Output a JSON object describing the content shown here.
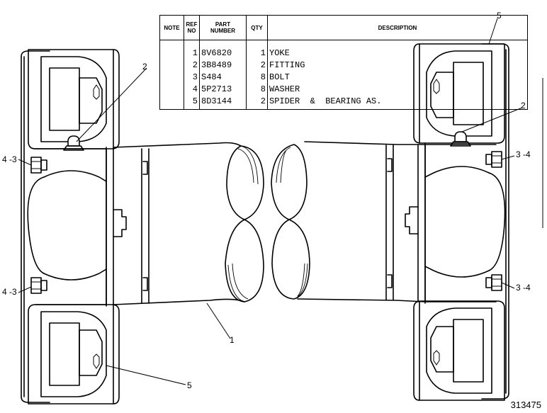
{
  "parts_table": {
    "headers": {
      "note": "NOTE",
      "ref_no": "REF\nNO",
      "part_number": "PART\nNUMBER",
      "qty": "QTY",
      "description": "DESCRIPTION"
    },
    "rows": [
      {
        "ref": "1",
        "part_number": "8V6820",
        "qty": "1",
        "description": "YOKE"
      },
      {
        "ref": "2",
        "part_number": "3B8489",
        "qty": "2",
        "description": "FITTING"
      },
      {
        "ref": "3",
        "part_number": "S484",
        "qty": "8",
        "description": "BOLT"
      },
      {
        "ref": "4",
        "part_number": "5P2713",
        "qty": "8",
        "description": "WASHER"
      },
      {
        "ref": "5",
        "part_number": "8D3144",
        "qty": "2",
        "description": "SPIDER  &  BEARING AS."
      }
    ]
  },
  "callouts": {
    "yoke": "1",
    "fitting_left": "2",
    "fitting_right": "2",
    "bolt_washer_left_upper": "4 -3",
    "bolt_washer_left_lower": "4 -3",
    "bolt_washer_right_upper": "3 -4",
    "bolt_washer_right_lower": "3 -4",
    "spider_top_right": "5",
    "spider_bottom_left": "5"
  },
  "figure_number": "313475"
}
